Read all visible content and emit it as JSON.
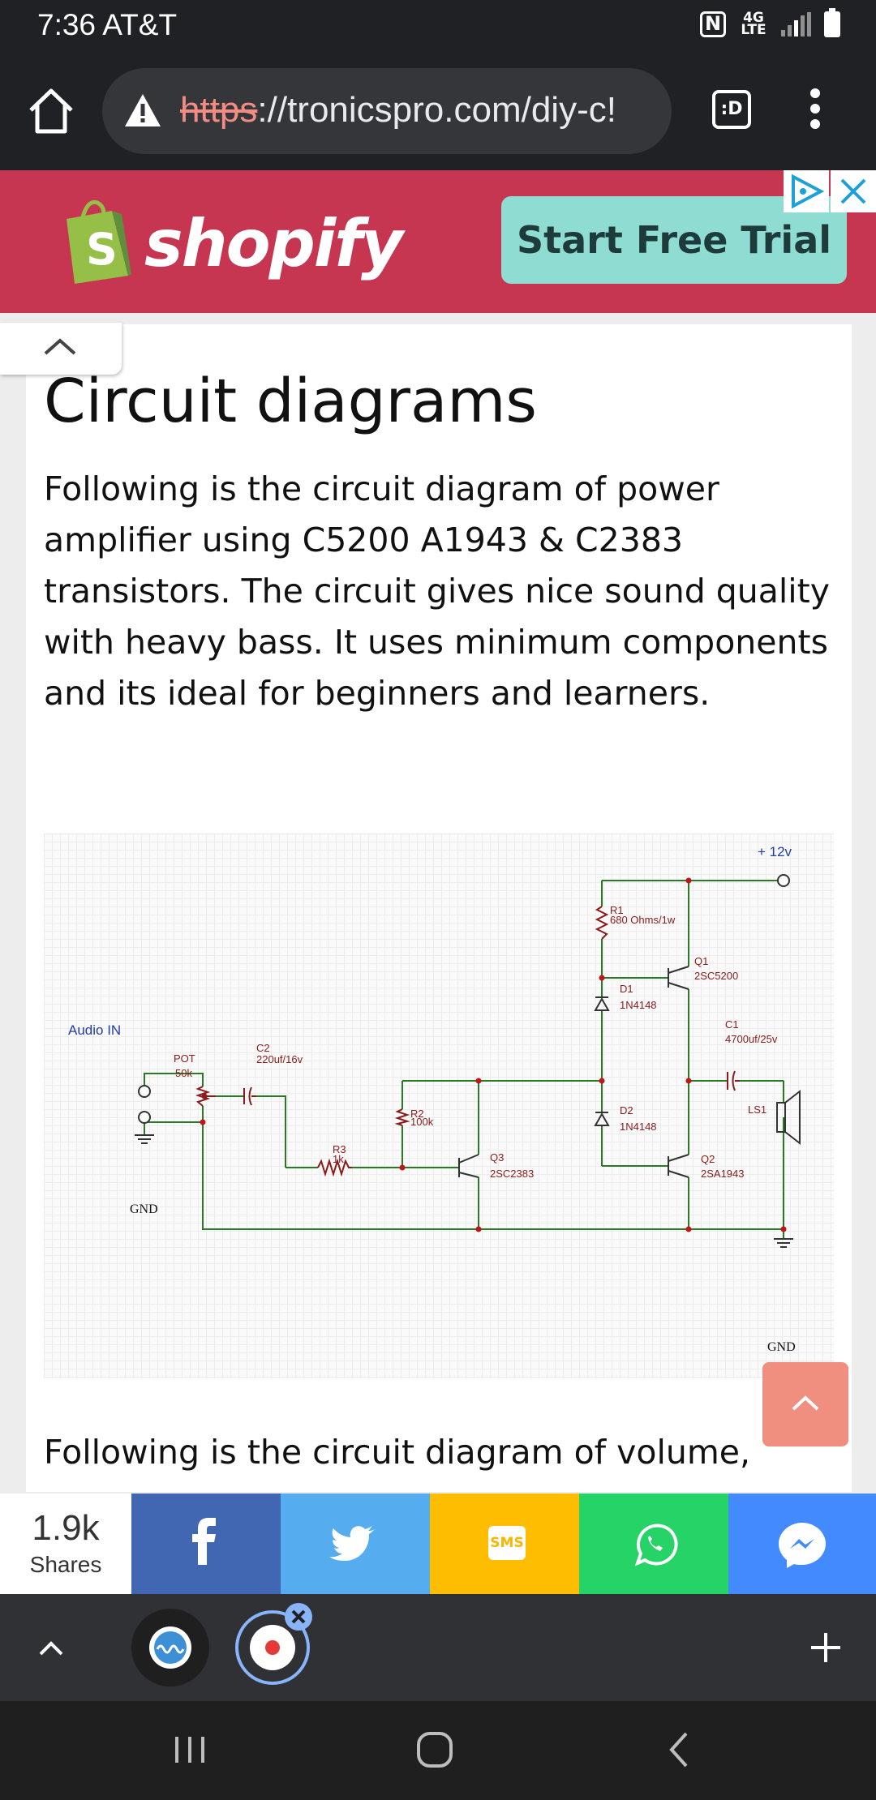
{
  "status_bar": {
    "time_carrier": "7:36 AT&T",
    "network": "4G LTE"
  },
  "browser": {
    "url_scheme": "https",
    "url_rest": "://tronicspro.com/diy-c!",
    "tab_icon": ":D"
  },
  "ad": {
    "brand": "shopify",
    "cta": "Start Free Trial"
  },
  "article": {
    "heading": "Circuit diagrams",
    "paragraph": "Following is the circuit diagram of power amplifier using C5200 A1943 & C2383 transistors. The circuit gives nice sound quality with heavy bass. It uses minimum components and its ideal for beginners and learners.",
    "paragraph2": "Following is the circuit diagram of volume,"
  },
  "circuit": {
    "supply": "+ 12v",
    "audio_in": "Audio IN",
    "gnd_left": "GND",
    "gnd_right": "GND",
    "pot_name": "POT",
    "pot_value": "50k",
    "c2_name": "C2",
    "c2_value": "220uf/16v",
    "r1_name": "R1",
    "r1_value": "680 Ohms/1w",
    "r2_name": "R2",
    "r2_value": "100k",
    "r3_name": "R3",
    "r3_value": "1k",
    "d1_name": "D1",
    "d1_value": "1N4148",
    "d2_name": "D2",
    "d2_value": "1N4148",
    "q1_name": "Q1",
    "q1_value": "2SC5200",
    "q2_name": "Q2",
    "q2_value": "2SA1943",
    "q3_name": "Q3",
    "q3_value": "2SC2383",
    "c1_name": "C1",
    "c1_value": "4700uf/25v",
    "ls_name": "LS1"
  },
  "share": {
    "count": "1.9k",
    "label": "Shares",
    "sms": "SMS"
  },
  "colors": {
    "facebook": "#4267b2",
    "twitter": "#55acee",
    "sms": "#ffbd00",
    "whatsapp": "#25d366",
    "messenger": "#448aff",
    "ad_bg": "#c63651"
  }
}
